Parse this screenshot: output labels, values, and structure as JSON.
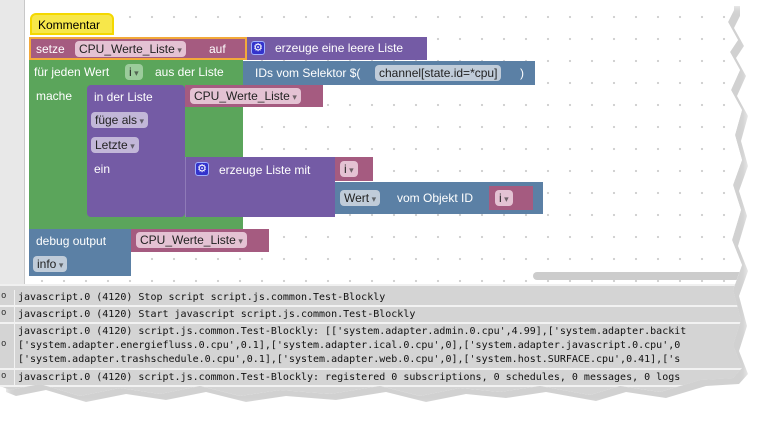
{
  "workspace": {
    "comment_block": "Kommentar",
    "set_block": {
      "label": "setze",
      "variable": "CPU_Werte_Liste",
      "to_label": "auf"
    },
    "create_empty_list": {
      "icon": "gear-icon",
      "label": "erzeuge eine leere Liste"
    },
    "foreach_block": {
      "label": "für jeden Wert",
      "variable": "i",
      "from_label": "aus der Liste",
      "do_label": "mache"
    },
    "selector_block": {
      "label_prefix": "IDs vom Selektor $(",
      "selector": "channel[state.id=*cpu]",
      "label_suffix": ")"
    },
    "insert_block": {
      "in_list_label": "in der Liste",
      "list_variable": "CPU_Werte_Liste",
      "mode": "füge als",
      "position": "Letzte",
      "value_label": "ein"
    },
    "create_list_with": {
      "icon": "gear-icon",
      "label": "erzeuge Liste mit",
      "item0_variable": "i"
    },
    "get_value_block": {
      "attribute": "Wert",
      "label": "vom Objekt ID",
      "variable": "i"
    },
    "debug_block": {
      "label": "debug output",
      "variable": "CPU_Werte_Liste",
      "level": "info"
    }
  },
  "log": {
    "rows": [
      {
        "marker": "o",
        "lines": [
          "javascript.0 (4120) Stop script script.js.common.Test-Blockly"
        ]
      },
      {
        "marker": "o",
        "lines": [
          "javascript.0 (4120) Start javascript script.js.common.Test-Blockly"
        ]
      },
      {
        "marker": "o",
        "lines": [
          "javascript.0 (4120) script.js.common.Test-Blockly: [['system.adapter.admin.0.cpu',4.99],['system.adapter.backit",
          "['system.adapter.energiefluss.0.cpu',0.1],['system.adapter.ical.0.cpu',0],['system.adapter.javascript.0.cpu',0",
          "['system.adapter.trashschedule.0.cpu',0.1],['system.adapter.web.0.cpu',0],['system.host.SURFACE.cpu',0.41],['s"
        ]
      },
      {
        "marker": "o",
        "lines": [
          "javascript.0 (4120) script.js.common.Test-Blockly: registered 0 subscriptions, 0 schedules, 0 messages, 0 logs"
        ]
      }
    ]
  }
}
